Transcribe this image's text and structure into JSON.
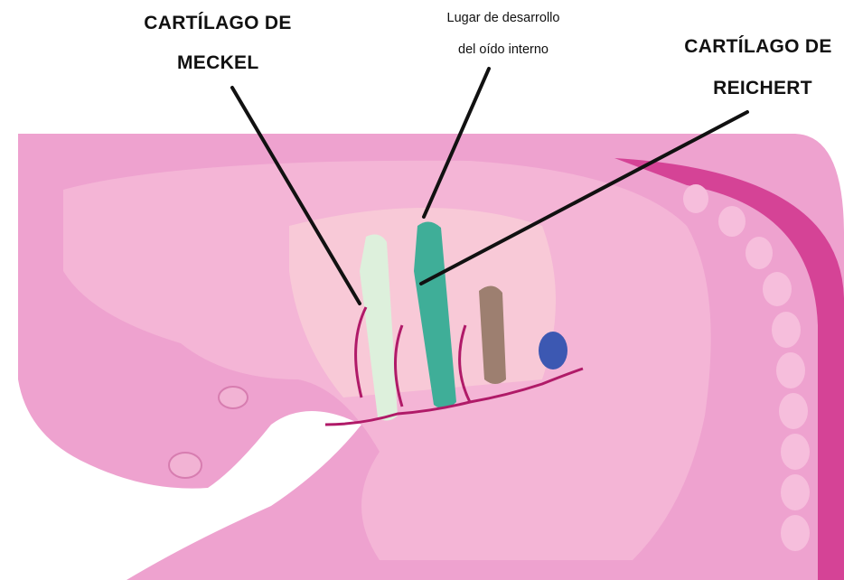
{
  "labels": {
    "meckel": [
      "CARTÍLAGO DE",
      "MECKEL"
    ],
    "inner_ear": [
      "Lugar de desarrollo",
      "del oído interno"
    ],
    "reichert": [
      "CARTÍLAGO DE",
      "REICHERT"
    ]
  },
  "colors": {
    "embryo_body": "#eea2cf",
    "embryo_inner": "#f4b5d6",
    "embryo_outline": "#d0338c",
    "meckel_cartilage": "#ddf0dc",
    "reichert_cartilage": "#3fae98",
    "third_arch": "#9d7f70",
    "fourth_arch": "#3c58b2",
    "leader_lines": "#111111"
  }
}
